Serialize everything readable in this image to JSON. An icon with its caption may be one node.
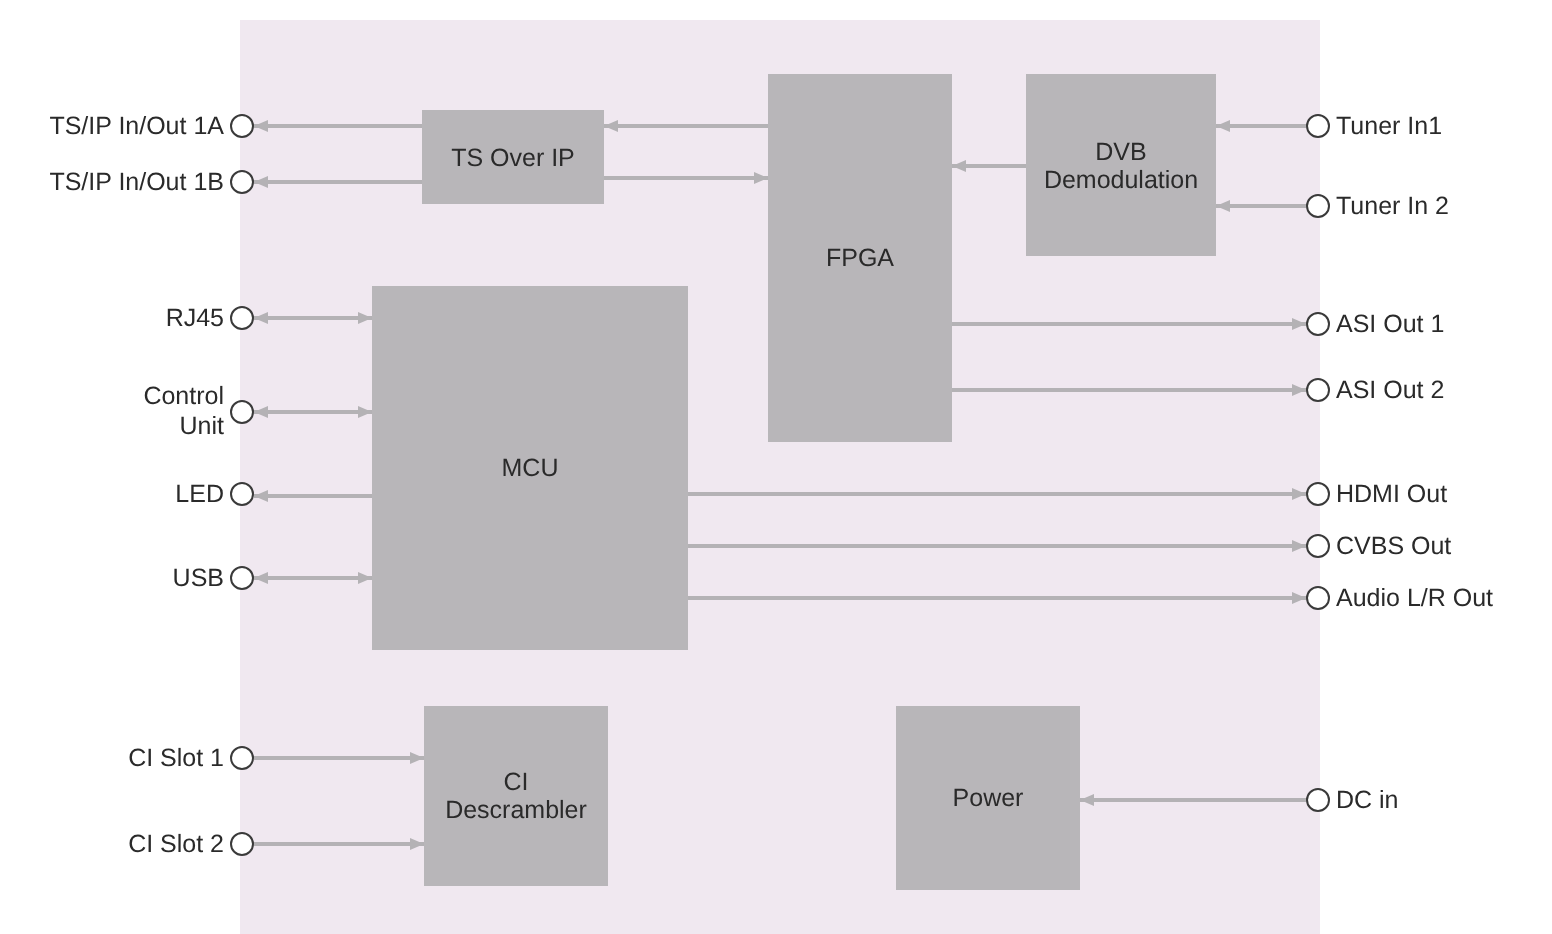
{
  "diagram": {
    "nodes": [
      {
        "text": [],
        "shape": "box"
      },
      {
        "text": [
          "TS/IP In/Out 1A"
        ]
      },
      {
        "text": [
          "TS Over IP"
        ],
        "in": 0
      },
      {
        "text": [
          "FPGA"
        ],
        "in": 0
      },
      {
        "text": [
          "DVB Demodulation"
        ],
        "in": 0
      },
      {
        "text": [
          "Tuner In1"
        ]
      },
      {
        "text": [
          "TS/IP In/Out 1B"
        ]
      },
      {
        "text": [
          "Tuner In 2"
        ]
      },
      {
        "text": [
          "RJ45"
        ]
      },
      {
        "text": [
          "MCU"
        ],
        "in": 0
      },
      {
        "text": [
          "ASI Out 1"
        ]
      },
      {
        "text": [
          "Control Unit"
        ]
      },
      {
        "text": [
          "ASI Out 2"
        ]
      },
      {
        "text": [
          "LED"
        ]
      },
      {
        "text": [
          "HDMI Out"
        ]
      },
      {
        "text": [
          "USB"
        ]
      },
      {
        "text": [
          "CVBS Out"
        ]
      },
      {
        "text": [
          "Audio L/R Out"
        ]
      },
      {
        "text": [
          "CI Slot 1"
        ]
      },
      {
        "text": [
          "CI Descrambler"
        ],
        "in": 0
      },
      {
        "text": [
          "Power"
        ],
        "in": 0
      },
      {
        "text": [
          "DC in"
        ]
      },
      {
        "text": [
          "CI Slot 2"
        ]
      }
    ],
    "edges": [
      {
        "from": 2,
        "to": 1,
        "arrow": "to"
      },
      {
        "from": 2,
        "to": 6,
        "arrow": "to"
      },
      {
        "from": 3,
        "to": 2,
        "arrow": "to"
      },
      {
        "from": 2,
        "to": 3,
        "arrow": "to"
      },
      {
        "from": 4,
        "to": 3,
        "arrow": "to"
      },
      {
        "from": 5,
        "to": 4,
        "arrow": "to"
      },
      {
        "from": 7,
        "to": 4,
        "arrow": "to"
      },
      {
        "from": 8,
        "to": 9,
        "arrow": "both"
      },
      {
        "from": 11,
        "to": 9,
        "arrow": "both"
      },
      {
        "from": 9,
        "to": 13,
        "arrow": "to"
      },
      {
        "from": 15,
        "to": 9,
        "arrow": "both"
      },
      {
        "from": 3,
        "to": 10,
        "arrow": "to"
      },
      {
        "from": 3,
        "to": 12,
        "arrow": "to"
      },
      {
        "from": 9,
        "to": 14,
        "arrow": "to"
      },
      {
        "from": 9,
        "to": 16,
        "arrow": "to"
      },
      {
        "from": 9,
        "to": 17,
        "arrow": "to"
      },
      {
        "from": 18,
        "to": 19,
        "arrow": "to"
      },
      {
        "from": 22,
        "to": 19,
        "arrow": "to"
      },
      {
        "from": 21,
        "to": 20,
        "arrow": "to"
      }
    ]
  }
}
